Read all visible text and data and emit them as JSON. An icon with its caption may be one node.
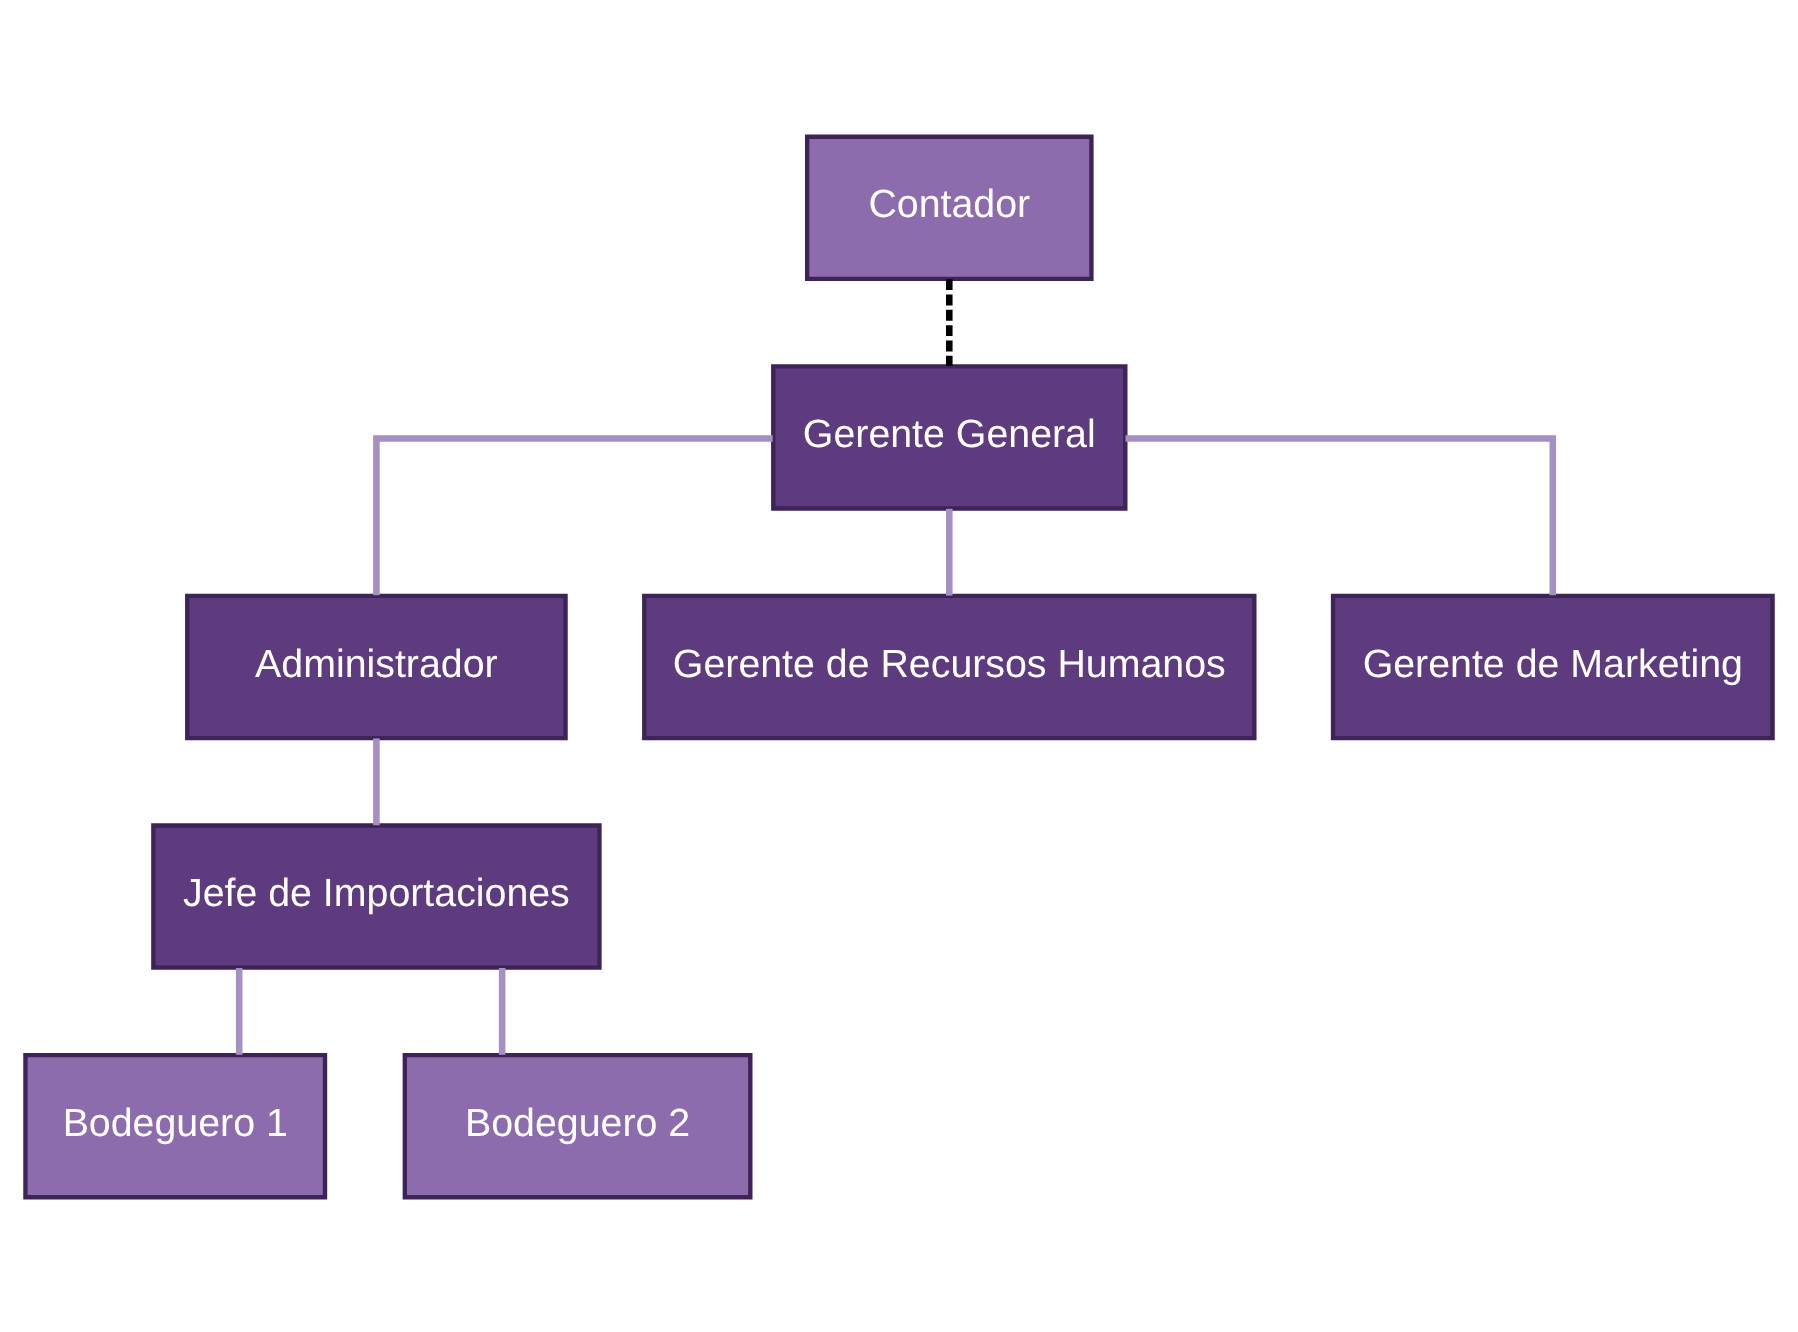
{
  "diagram": {
    "nodes": [
      {
        "text": [
          "Gerente General"
        ]
      },
      {
        "text": [
          "Contador"
        ]
      },
      {
        "text": [
          "Administrador"
        ]
      },
      {
        "text": [
          "Gerente de Recursos Humanos"
        ]
      },
      {
        "text": [
          "Gerente de Marketing"
        ]
      },
      {
        "text": [
          "Jefe de Importaciones"
        ]
      },
      {
        "text": [
          "Bodeguero 1"
        ]
      },
      {
        "text": [
          "Bodeguero 2"
        ]
      }
    ],
    "edges": [
      {
        "from": 1,
        "to": 0,
        "arrow": "none",
        "style": "dashed",
        "color": "#000000"
      },
      {
        "from": 0,
        "to": 2,
        "arrow": "none"
      },
      {
        "from": 0,
        "to": 3,
        "arrow": "none"
      },
      {
        "from": 0,
        "to": 4,
        "arrow": "none"
      },
      {
        "from": 2,
        "to": 5,
        "arrow": "none"
      },
      {
        "from": 5,
        "to": 6,
        "arrow": "none"
      },
      {
        "from": 5,
        "to": 7,
        "arrow": "none"
      }
    ]
  }
}
